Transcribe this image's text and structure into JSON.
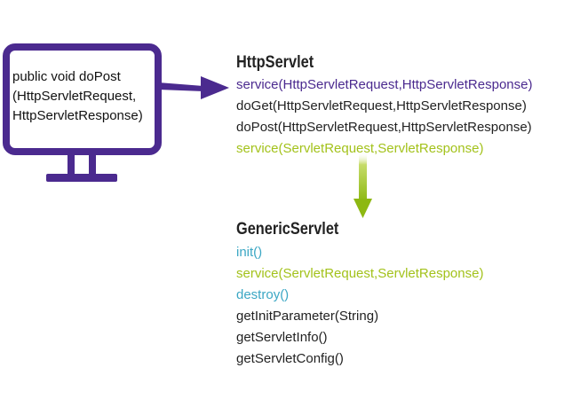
{
  "colors": {
    "purple": "#4b2a8f",
    "green": "#a3c21b",
    "blue": "#3ba7c4",
    "black": "#222222"
  },
  "monitor": {
    "lines": [
      "public void doPost",
      "(HttpServletRequest,",
      "HttpServletResponse)"
    ]
  },
  "http_servlet": {
    "title": "HttpServlet",
    "methods": [
      {
        "label": "service(HttpServletRequest,HttpServletResponse)",
        "color": "#4b2a8f"
      },
      {
        "label": "doGet(HttpServletRequest,HttpServletResponse)",
        "color": "#222222"
      },
      {
        "label": "doPost(HttpServletRequest,HttpServletResponse)",
        "color": "#222222"
      },
      {
        "label": "service(ServletRequest,ServletResponse)",
        "color": "#a3c21b"
      }
    ]
  },
  "generic_servlet": {
    "title": "GenericServlet",
    "methods": [
      {
        "label": "init()",
        "color": "#3ba7c4"
      },
      {
        "label": "service(ServletRequest,ServletResponse)",
        "color": "#a3c21b"
      },
      {
        "label": "destroy()",
        "color": "#3ba7c4"
      },
      {
        "label": "getInitParameter(String)",
        "color": "#222222"
      },
      {
        "label": "getServletInfo()",
        "color": "#222222"
      },
      {
        "label": "getServletConfig()",
        "color": "#222222"
      }
    ]
  },
  "icons": {
    "monitor": "monitor-icon",
    "right_arrow": "arrow-right-icon",
    "down_arrow": "arrow-down-icon"
  }
}
